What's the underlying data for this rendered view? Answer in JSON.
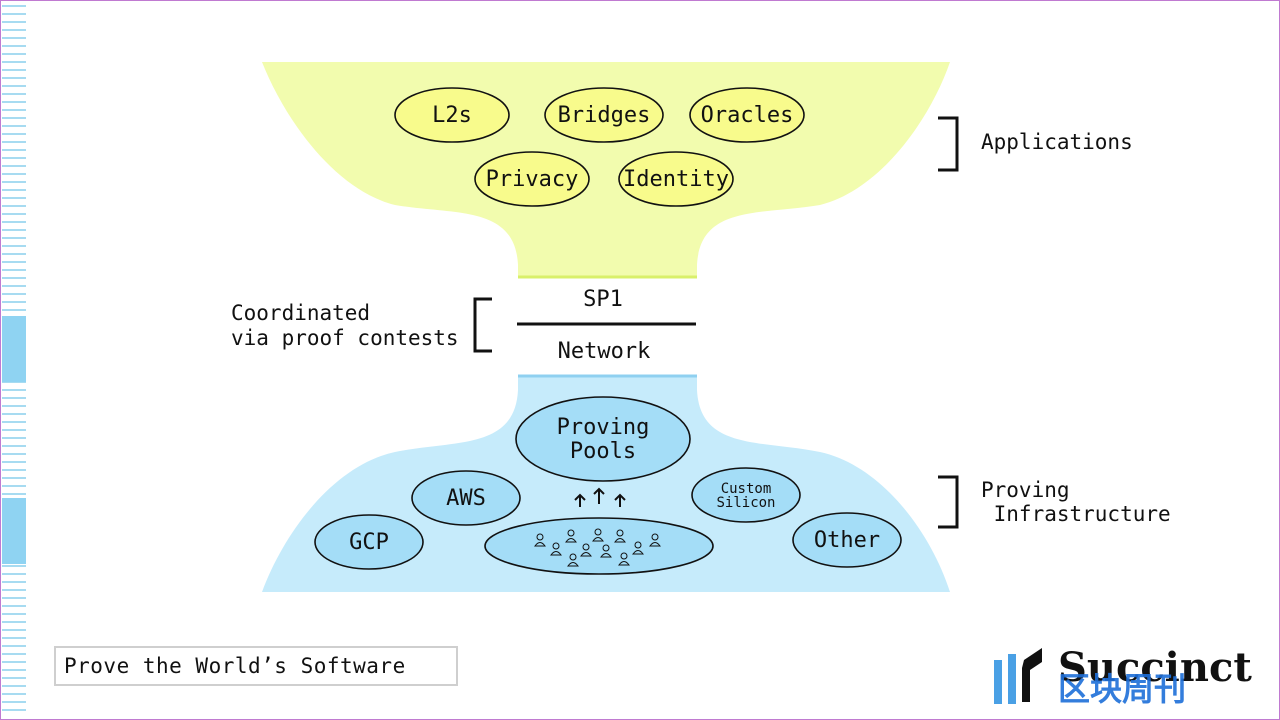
{
  "colors": {
    "applications_fill": "#f2fcae",
    "applications_oval": "#f8fb8c",
    "applications_line": "#d9f06a",
    "infra_fill": "#c6ebfb",
    "infra_oval": "#a4ddf7",
    "infra_line": "#8fd0f0",
    "frame": "#c07ad1",
    "ruler": "#4fb7e3",
    "logo_cn": "#1e6fd9"
  },
  "applications": {
    "items": [
      "L2s",
      "Bridges",
      "Oracles",
      "Privacy",
      "Identity"
    ],
    "label": "Applications"
  },
  "network": {
    "top": "SP1",
    "bottom": "Network",
    "coordination_label": [
      "Coordinated",
      "via proof contests"
    ]
  },
  "infrastructure": {
    "label": [
      "Proving",
      " Infrastructure"
    ],
    "proving_pools": [
      "Proving",
      "Pools"
    ],
    "providers": [
      "AWS",
      "GCP",
      "Other"
    ],
    "custom_silicon": [
      "Custom",
      "Silicon"
    ]
  },
  "footer": {
    "tagline": "Prove the World’s Software",
    "logo_word": "Succinct",
    "watermark": "区块周刊"
  }
}
